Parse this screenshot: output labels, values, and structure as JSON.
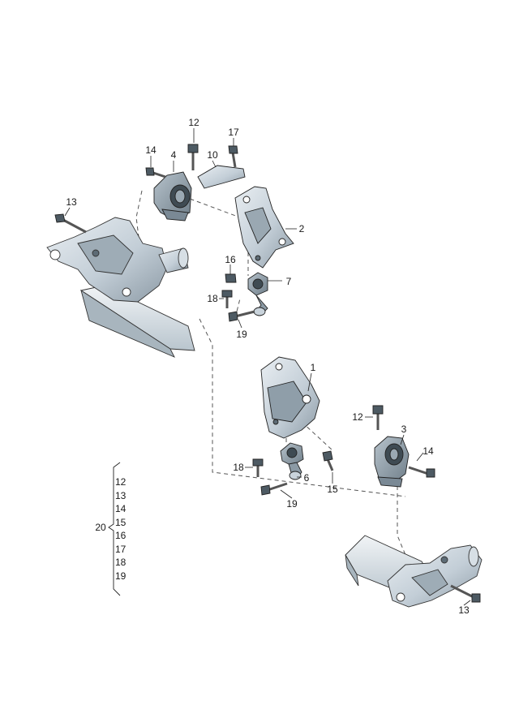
{
  "callouts": {
    "c12_top": "12",
    "c17": "17",
    "c14_top": "14",
    "c4": "4",
    "c10": "10",
    "c13_top": "13",
    "c2": "2",
    "c16": "16",
    "c7": "7",
    "c18_top": "18",
    "c19_top": "19",
    "c1": "1",
    "c12_mid": "12",
    "c3": "3",
    "c14_mid": "14",
    "c18_bot": "18",
    "c6": "6",
    "c15": "15",
    "c19_bot": "19",
    "c13_bot": "13"
  },
  "legend": {
    "group_label": "20",
    "items": [
      "12",
      "13",
      "14",
      "15",
      "16",
      "17",
      "18",
      "19"
    ]
  },
  "colors": {
    "part_fill": "#c9d3db",
    "part_dark": "#7d8c97",
    "part_light": "#e7edf1",
    "line": "#2a2a2a",
    "dash": "#555555"
  }
}
